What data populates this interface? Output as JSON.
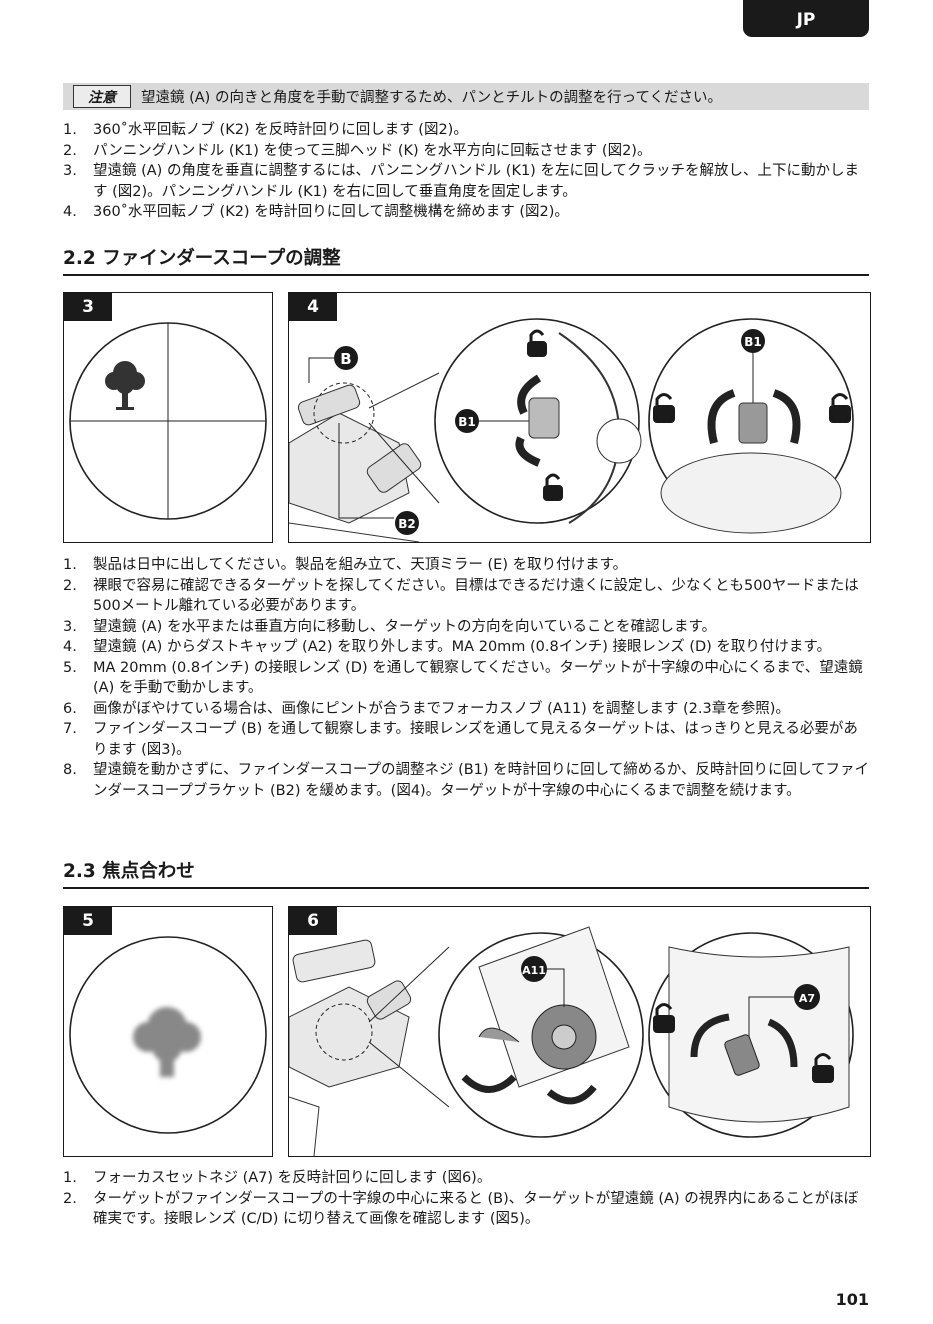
{
  "lang_tab": "JP",
  "notice": {
    "label": "注意",
    "text": "望遠鏡 (A) の向きと角度を手動で調整するため、パンとチルトの調整を行ってください。"
  },
  "steps_intro": [
    {
      "n": "1.",
      "text": "360˚水平回転ノブ (K2) を反時計回りに回します (図2)。"
    },
    {
      "n": "2.",
      "text": "パンニングハンドル (K1) を使って三脚ヘッド (K) を水平方向に回転させます (図2)。"
    },
    {
      "n": "3.",
      "text": "望遠鏡 (A) の角度を垂直に調整するには、パンニングハンドル (K1) を左に回してクラッチを解放し、上下に動かします (図2)。パンニングハンドル (K1) を右に回して垂直角度を固定します。"
    },
    {
      "n": "4.",
      "text": "360˚水平回転ノブ (K2) を時計回りに回して調整機構を締めます (図2)。"
    }
  ],
  "section_22": {
    "title": "2.2 ファインダースコープの調整",
    "fig3": "3",
    "fig4": "4",
    "labels": {
      "b": "B",
      "b1": "B1",
      "b2": "B2"
    },
    "steps": [
      {
        "n": "1.",
        "text": "製品は日中に出してください。製品を組み立て、天頂ミラー (E) を取り付けます。"
      },
      {
        "n": "2.",
        "text": "裸眼で容易に確認できるターゲットを探してください。目標はできるだけ遠くに設定し、少なくとも500ヤードまたは500メートル離れている必要があります。"
      },
      {
        "n": "3.",
        "text": "望遠鏡 (A) を水平または垂直方向に移動し、ターゲットの方向を向いていることを確認します。"
      },
      {
        "n": "4.",
        "text": "望遠鏡 (A) からダストキャップ (A2) を取り外します。MA 20mm (0.8インチ) 接眼レンズ (D) を取り付けます。"
      },
      {
        "n": "5.",
        "text": "MA 20mm (0.8インチ) の接眼レンズ (D) を通して観察してください。ターゲットが十字線の中心にくるまで、望遠鏡 (A) を手動で動かします。"
      },
      {
        "n": "6.",
        "text": "画像がぼやけている場合は、画像にピントが合うまでフォーカスノブ (A11) を調整します (2.3章を参照)。"
      },
      {
        "n": "7.",
        "text": "ファインダースコープ (B) を通して観察します。接眼レンズを通して見えるターゲットは、はっきりと見える必要があります (図3)。"
      },
      {
        "n": "8.",
        "text": "望遠鏡を動かさずに、ファインダースコープの調整ネジ (B1) を時計回りに回して締めるか、反時計回りに回してファインダースコープブラケット (B2) を緩めます。(図4)。ターゲットが十字線の中心にくるまで調整を続けます。"
      }
    ]
  },
  "section_23": {
    "title": "2.3 焦点合わせ",
    "fig5": "5",
    "fig6": "6",
    "labels": {
      "a11": "A11",
      "a7": "A7"
    },
    "steps": [
      {
        "n": "1.",
        "text": "フォーカスセットネジ (A7) を反時計回りに回します (図6)。"
      },
      {
        "n": "2.",
        "text": "ターゲットがファインダースコープの十字線の中心に来ると (B)、ターゲットが望遠鏡 (A) の視界内にあることがほぼ確実です。接眼レンズ (C/D) に切り替えて画像を確認します (図5)。"
      }
    ]
  },
  "page_number": "101"
}
